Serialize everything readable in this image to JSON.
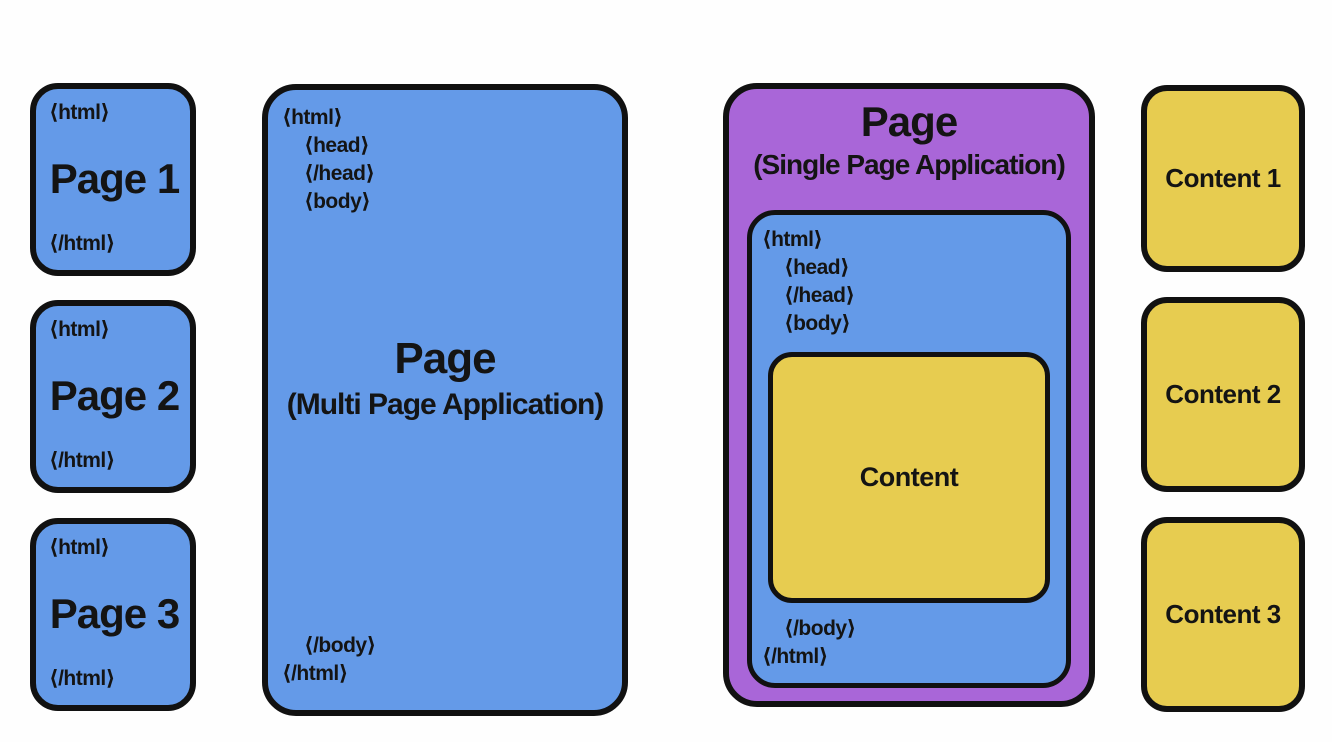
{
  "colors": {
    "blue": "#649ae8",
    "purple": "#a966d8",
    "yellow": "#e7cc50",
    "outline": "#111111",
    "background": "#fefefe",
    "text": "#141414"
  },
  "mpa_pages": [
    {
      "open_tag": "⟨html⟩",
      "label": "Page 1",
      "close_tag": "⟨/html⟩"
    },
    {
      "open_tag": "⟨html⟩",
      "label": "Page 2",
      "close_tag": "⟨/html⟩"
    },
    {
      "open_tag": "⟨html⟩",
      "label": "Page 3",
      "close_tag": "⟨/html⟩"
    }
  ],
  "mpa": {
    "top_tags": [
      "⟨html⟩",
      "⟨head⟩",
      "⟨/head⟩",
      "⟨body⟩"
    ],
    "title": "Page",
    "subtitle": "(Multi Page Application)",
    "bottom_tags": [
      "⟨/body⟩",
      "⟨/html⟩"
    ]
  },
  "spa": {
    "title": "Page",
    "subtitle": "(Single Page Application)",
    "document": {
      "top_tags": [
        "⟨html⟩",
        "⟨head⟩",
        "⟨/head⟩",
        "⟨body⟩"
      ],
      "content_label": "Content",
      "bottom_tags": [
        "⟨/body⟩",
        "⟨/html⟩"
      ]
    }
  },
  "spa_contents": [
    {
      "label": "Content 1"
    },
    {
      "label": "Content 2"
    },
    {
      "label": "Content 3"
    }
  ]
}
